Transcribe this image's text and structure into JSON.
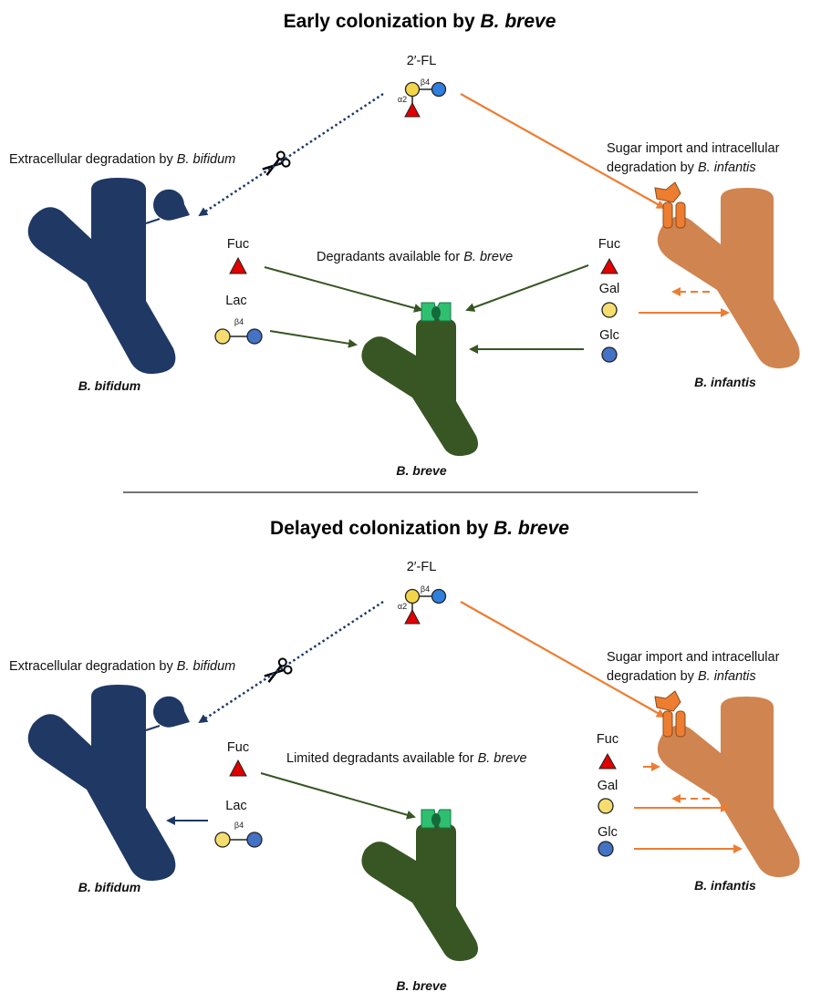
{
  "colors": {
    "bifidum": "#1f3864",
    "breve": "#375623",
    "infantis": "#d0844f",
    "orange_arrow": "#ed7d31",
    "green_arrow": "#375623",
    "navy_arrow": "#1f3864",
    "fucose": "#e00000",
    "galactose": "#f2d54a",
    "glucose": "#4472c4",
    "transporter": "#2fbf71"
  },
  "panels": [
    {
      "title_prefix": "Early colonization by ",
      "title_species": "B. breve",
      "substrate_label": "2′-FL",
      "beta_linkage": "β4",
      "alpha_linkage": "α2",
      "bifidum_caption_prefix": "Extracellular degradation by ",
      "bifidum_caption_species": "B. bifidum",
      "infantis_caption_line1": "Sugar import and intracellular",
      "infantis_caption_line2_prefix": "degradation by ",
      "infantis_caption_species": "B. infantis",
      "breve_caption_prefix": "Degradants available for ",
      "breve_caption_species": "B. breve",
      "fuc_left": "Fuc",
      "lac": "Lac",
      "lac_linkage": "β4",
      "fuc_right": "Fuc",
      "gal": "Gal",
      "glc": "Glc",
      "bifidum_name": "B. bifidum",
      "breve_name": "B. breve",
      "infantis_name": "B. infantis"
    },
    {
      "title_prefix": "Delayed colonization by ",
      "title_species": "B. breve",
      "substrate_label": "2′-FL",
      "beta_linkage": "β4",
      "alpha_linkage": "α2",
      "bifidum_caption_prefix": "Extracellular degradation by ",
      "bifidum_caption_species": "B. bifidum",
      "infantis_caption_line1": "Sugar import and intracellular",
      "infantis_caption_line2_prefix": "degradation by ",
      "infantis_caption_species": "B. infantis",
      "breve_caption_prefix": "Limited degradants available for ",
      "breve_caption_species": "B. breve",
      "fuc_left": "Fuc",
      "lac": "Lac",
      "lac_linkage": "β4",
      "fuc_right": "Fuc",
      "gal": "Gal",
      "glc": "Glc",
      "bifidum_name": "B. bifidum",
      "breve_name": "B. breve",
      "infantis_name": "B. infantis"
    }
  ]
}
